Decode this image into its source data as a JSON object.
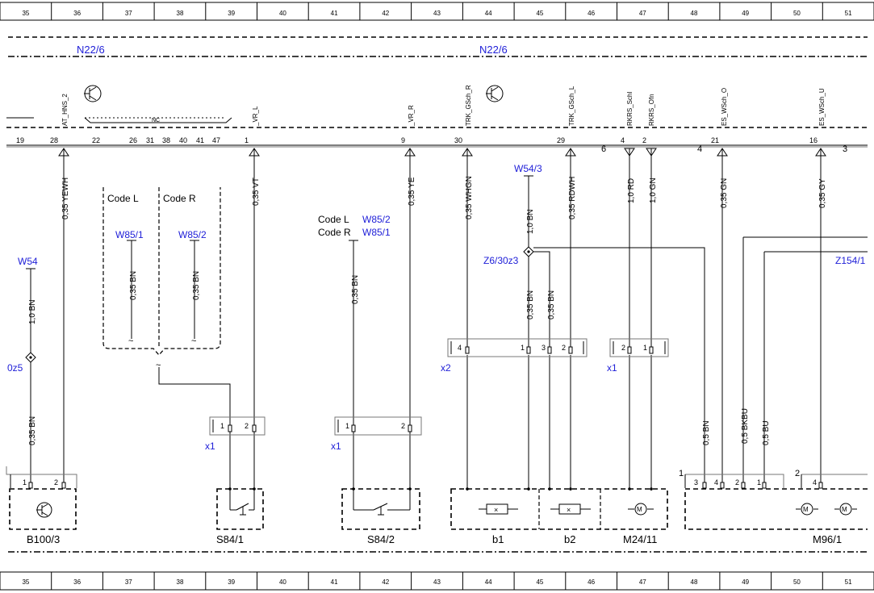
{
  "grid": {
    "numbers": [
      "35",
      "36",
      "37",
      "38",
      "39",
      "40",
      "41",
      "42",
      "43",
      "44",
      "45",
      "46",
      "47",
      "48",
      "49",
      "50",
      "51"
    ]
  },
  "module_labels": {
    "left": "N22/6",
    "right": "N22/6"
  },
  "connector_pins": {
    "left_text": "19",
    "pin28": "28",
    "pin22": "22",
    "pin26": "26",
    "pin31": "31",
    "pin38": "38",
    "pin40": "40",
    "pin41": "41",
    "pin47": "47",
    "pin1": "1",
    "pin9": "9",
    "pin30": "30",
    "pin29": "29",
    "pin4": "4",
    "pin2": "2",
    "pin21": "21",
    "pin16": "16",
    "side6": "6",
    "side4": "4",
    "side3": "3",
    "nc": "NC"
  },
  "signals": {
    "at_hns": "AT_HNS_2",
    "vr_l": "_VR_L",
    "vr_r": "_VR_R",
    "trk_gsch_r": "TRK_GSch_R",
    "trk_gsch_l": "TRK_GSch_L",
    "rkrs_schl": "RKRS_Schl",
    "rkrs_ofn": "RKRS_Ofn",
    "es_wsch_o": "ES_WSch_O",
    "es_wsch_u": "ES_WSch_U"
  },
  "wires": {
    "w_yewh": "0,35 YEWH",
    "w_vt": "0,35 VT",
    "w_ye": "0,35 YE",
    "w_whgn": "0,35 WHGN",
    "w_rdwh": "0,35 RDWH",
    "w_rd": "1,0 RD",
    "w_gn10": "1,0 GN",
    "w_gn035": "0,35 GN",
    "w_gy": "0,35 GY",
    "w_bn10_left": "1,0 BN",
    "w_bn035_left": "0,35 BN",
    "w_bn_w85_1": "0,35 BN",
    "w_bn_w85_2": "0,35 BN",
    "w_bn_s842": "0,35 BN",
    "w_bn10_w543": "1,0 BN",
    "w_bn035_a": "0,35 BN",
    "w_bn035_b": "0,35 BN",
    "w_bn05": "0,5 BN",
    "w_bkbu": "0,5 BKBU",
    "w_bu": "0,5 BU"
  },
  "refs": {
    "w54": "W54",
    "oz5": "0z5",
    "code_l": "Code L",
    "code_r": "Code R",
    "w85_1": "W85/1",
    "w85_2": "W85/2",
    "code_l2": "Code L",
    "code_r2": "Code R",
    "w85_2b": "W85/2",
    "w85_1b": "W85/1",
    "w54_3": "W54/3",
    "z6_30z3": "Z6/30z3",
    "z154_1": "Z154/1",
    "x1_a": "x1",
    "x1_b": "x1",
    "x2": "x2",
    "x1_c": "x1"
  },
  "components": {
    "b100_3": "B100/3",
    "s84_1": "S84/1",
    "s84_2": "S84/2",
    "b1": "b1",
    "b2": "b2",
    "m24_11": "M24/11",
    "m96_1": "M96/1"
  },
  "comp_pins": {
    "b100_p1": "1",
    "b100_p2": "2",
    "x1a_p1": "1",
    "x1a_p2": "2",
    "x1b_p1": "1",
    "x1b_p2": "2",
    "x2_p4": "4",
    "x2_p1": "1",
    "x2_p3": "3",
    "x2_p2": "2",
    "x1c_p2": "2",
    "x1c_p1": "1",
    "m96_p3": "3",
    "m96_p4": "4",
    "m96_p2": "2",
    "m96_p1": "1",
    "m96_p4b": "4",
    "m96_side1": "1",
    "m96_side2": "2"
  }
}
